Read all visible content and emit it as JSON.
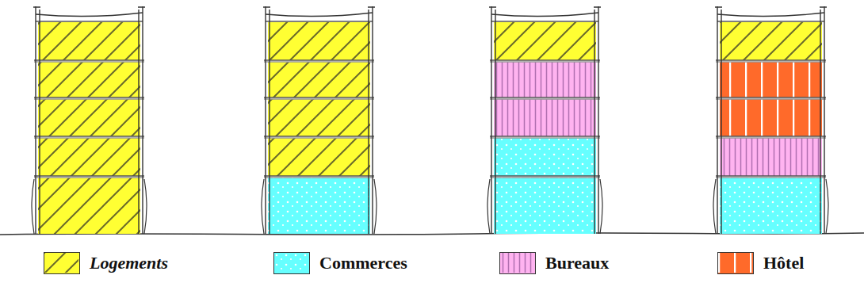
{
  "diagram": {
    "legend": [
      {
        "text": "Logements",
        "color": "#ffff33"
      },
      {
        "text": "Commerces",
        "color": "#66ffff"
      },
      {
        "text": "Bureaux",
        "color": "#ffb3f0"
      },
      {
        "text": "Hôtel",
        "color": "#ff6a2a"
      }
    ]
  }
}
